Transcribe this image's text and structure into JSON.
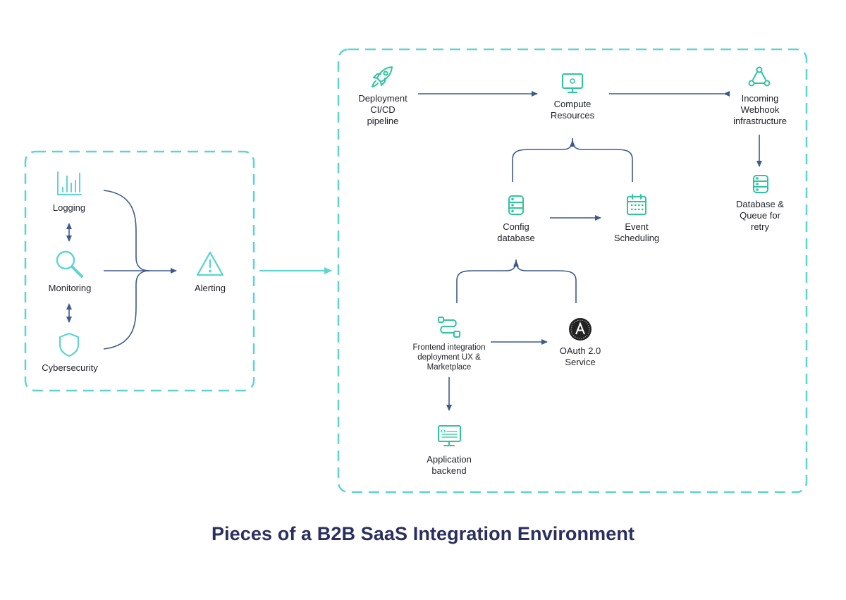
{
  "title": "Pieces of a B2B SaaS Integration Environment",
  "colors": {
    "accent": "#5fd3d2",
    "icon_green": "#2ec4a0",
    "arrow": "#3d5a8a",
    "title": "#2b2f5f"
  },
  "left_group": {
    "logging": "Logging",
    "monitoring": "Monitoring",
    "cybersecurity": "Cybersecurity",
    "alerting": "Alerting"
  },
  "right_group": {
    "deployment": "Deployment\nCI/CD\npipeline",
    "compute": "Compute\nResources",
    "webhook": "Incoming\nWebhook\ninfrastructure",
    "db_queue": "Database &\nQueue for\nretry",
    "config_db": "Config\ndatabase",
    "event_scheduling": "Event\nScheduling",
    "frontend": "Frontend integration\ndeployment UX &\nMarketplace",
    "oauth": "OAuth 2.0\nService",
    "app_backend": "Application\nbackend"
  },
  "icons": {
    "logging": "bar-chart-icon",
    "monitoring": "magnifier-icon",
    "cybersecurity": "shield-icon",
    "alerting": "warning-icon",
    "deployment": "rocket-icon",
    "compute": "monitor-icon",
    "webhook": "webhook-icon",
    "db_queue": "database-icon",
    "config_db": "database-icon",
    "event_scheduling": "calendar-icon",
    "frontend": "flow-icon",
    "oauth": "oauth-badge-icon",
    "app_backend": "code-monitor-icon"
  }
}
